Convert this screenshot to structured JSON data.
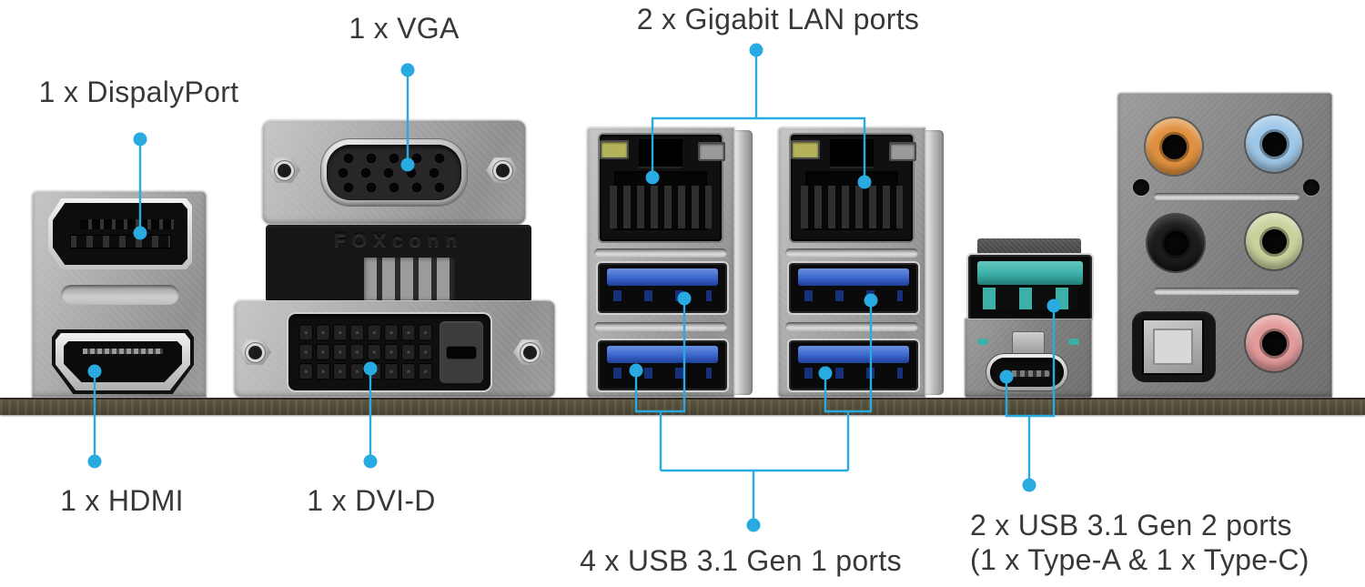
{
  "colors": {
    "accent": "#29abe2",
    "text": "#383838",
    "background": "#ffffff",
    "pcb": "#544e3a",
    "usb3_blue": "#3a66cc",
    "usb31_teal": "#3cafa7",
    "audio_orange": "#e0913f",
    "audio_blue": "#9ec7e8",
    "audio_black": "#1c1c1c",
    "audio_green": "#c8d29b",
    "audio_pink": "#e29a9a",
    "led_green": "#b5b35a",
    "led_gray": "#9b9b9b"
  },
  "labels": {
    "displayport": "1 x DispalyPort",
    "vga": "1 x VGA",
    "lan": "2 x Gigabit LAN ports",
    "hdmi": "1 x HDMI",
    "dvi": "1 x DVI-D",
    "usb_gen1": "4 x USB 3.1 Gen 1 ports",
    "usb_gen2_line1": "2 x USB 3.1 Gen 2 ports",
    "usb_gen2_line2": "(1 x Type-A & 1 x Type-C)"
  },
  "embossed": {
    "bracket_text": "FOXconn"
  }
}
